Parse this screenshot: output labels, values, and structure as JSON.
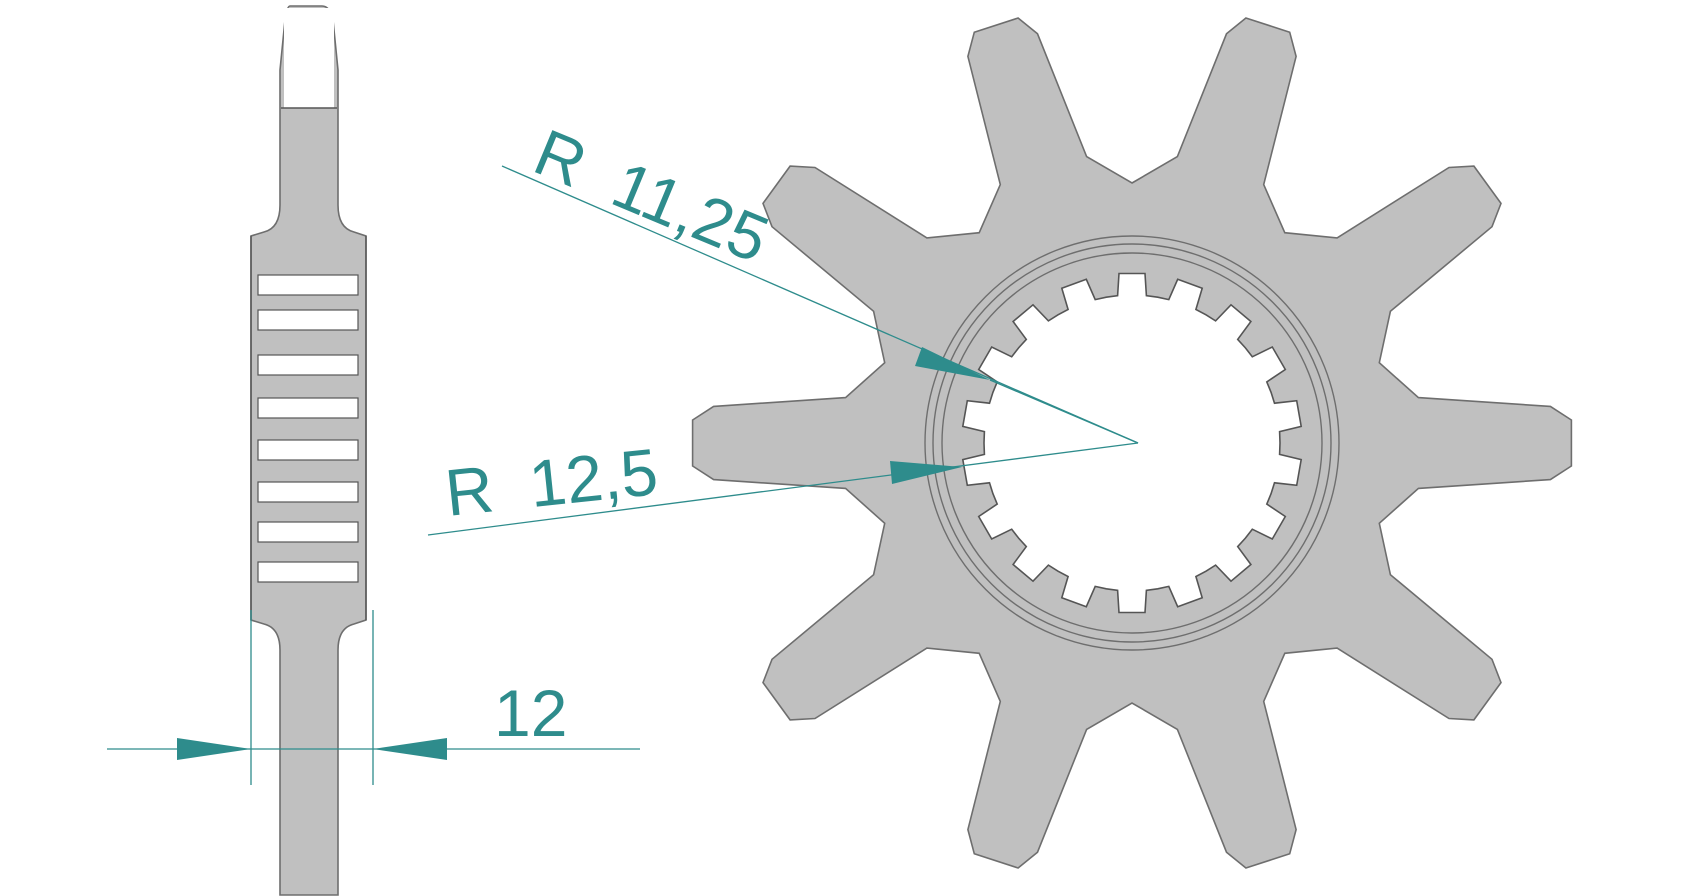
{
  "dimensions": {
    "radius_outer_label": "R  11,25",
    "radius_inner_label": "R  12,5",
    "thickness_label": "12"
  },
  "colors": {
    "part_fill": "#c0c0c0",
    "part_outline": "#6e6e6e",
    "dimension": "#2e8c8c",
    "background": "#ffffff"
  },
  "sprocket": {
    "tooth_count": 10,
    "spline_count": 18
  }
}
